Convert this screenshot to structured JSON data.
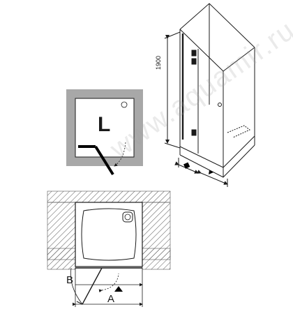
{
  "labels": {
    "height": "1900",
    "hinge_side": "L",
    "dim_b": "B",
    "dim_a": "A"
  },
  "watermark": "www.aquamir.ru",
  "colors": {
    "line": "#1a1a1a",
    "frame_gray": "#a8a8a8",
    "wall_hatch": "#555555",
    "marker": "#000000"
  }
}
